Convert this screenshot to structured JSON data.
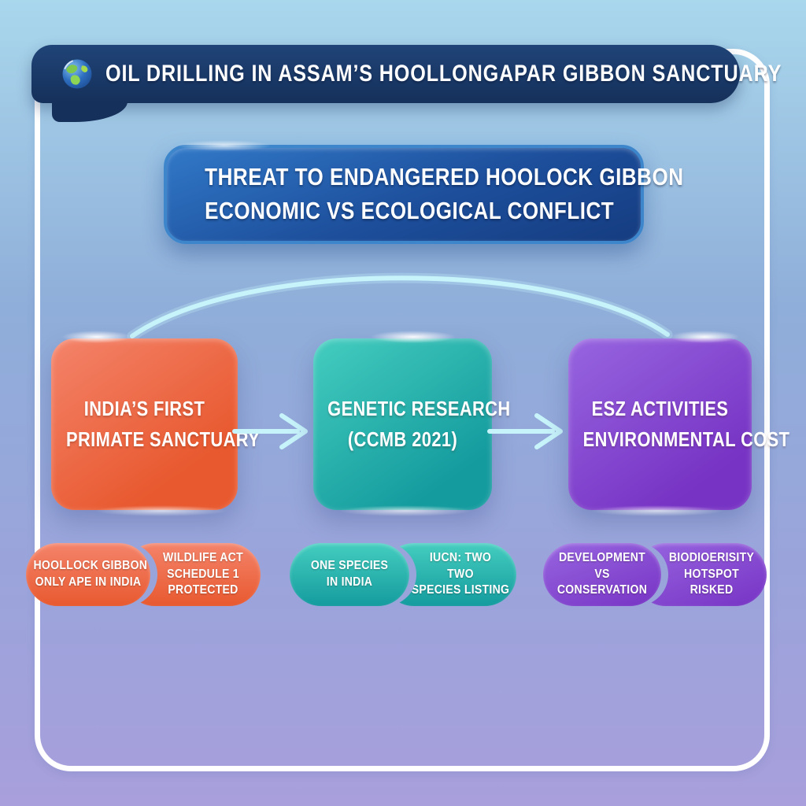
{
  "header": {
    "title": "OIL DRILLING IN ASSAM’S HOOLLONGAPAR GIBBON SANCTUARY",
    "icon": "globe-icon"
  },
  "banner": {
    "line1": "THREAT TO ENDANGERED HOOLOCK GIBBON",
    "line2": "ECONOMIC VS ECOLOGICAL CONFLICT"
  },
  "flow": {
    "nodes": [
      {
        "id": "primate-sanctuary",
        "color": "#E8592F",
        "label_line1": "INDIA’S FIRST",
        "label_line2": "PRIMATE SANCTUARY",
        "tags": [
          {
            "lines": [
              "HOOLLOCK GIBBON",
              "ONLY APE IN INDIA"
            ]
          },
          {
            "lines": [
              "WILDLIFE ACT",
              "SCHEDULE 1",
              "PROTECTED"
            ]
          }
        ]
      },
      {
        "id": "genetic-research",
        "color": "#149B9E",
        "label_line1": "GENETIC RESEARCH",
        "label_line2": "(CCMB 2021)",
        "tags": [
          {
            "lines": [
              "ONE SPECIES",
              "IN INDIA"
            ]
          },
          {
            "lines": [
              "IUCN: TWO",
              "TWO",
              "SPECIES LISTING"
            ]
          }
        ]
      },
      {
        "id": "esz-activities",
        "color": "#7733C4",
        "label_line1": "ESZ ACTIVITIES",
        "label_line2": "ENVIRONMENTAL COST",
        "tags": [
          {
            "lines": [
              "DEVELOPMENT",
              "VS",
              "CONSERVATION"
            ]
          },
          {
            "lines": [
              "BIODIOERISITY",
              "HOTSPOT",
              "RISKED"
            ]
          }
        ]
      }
    ]
  },
  "colors": {
    "bg_top": "#A9D7EC",
    "bg_mid": "#8FAED9",
    "bg_low": "#9AA4DB",
    "bg_bottom": "#A89FDC",
    "navy_top": "#204478",
    "navy_bottom": "#15305A",
    "banner_top": "#3179C8",
    "banner_mid": "#1D4F9C",
    "banner_bottom": "#153C80",
    "banner_rim": "#3D86CC",
    "orange_light": "#F4836A",
    "orange_dark": "#E8592F",
    "teal_light": "#44CDBF",
    "teal_dark": "#149B9E",
    "purple_light": "#9765E0",
    "purple_dark": "#7733C4",
    "accent_cyan": "#C7F3FA",
    "gap_lavender": "#99A5DA",
    "frame_white": "#FFFFFF"
  }
}
